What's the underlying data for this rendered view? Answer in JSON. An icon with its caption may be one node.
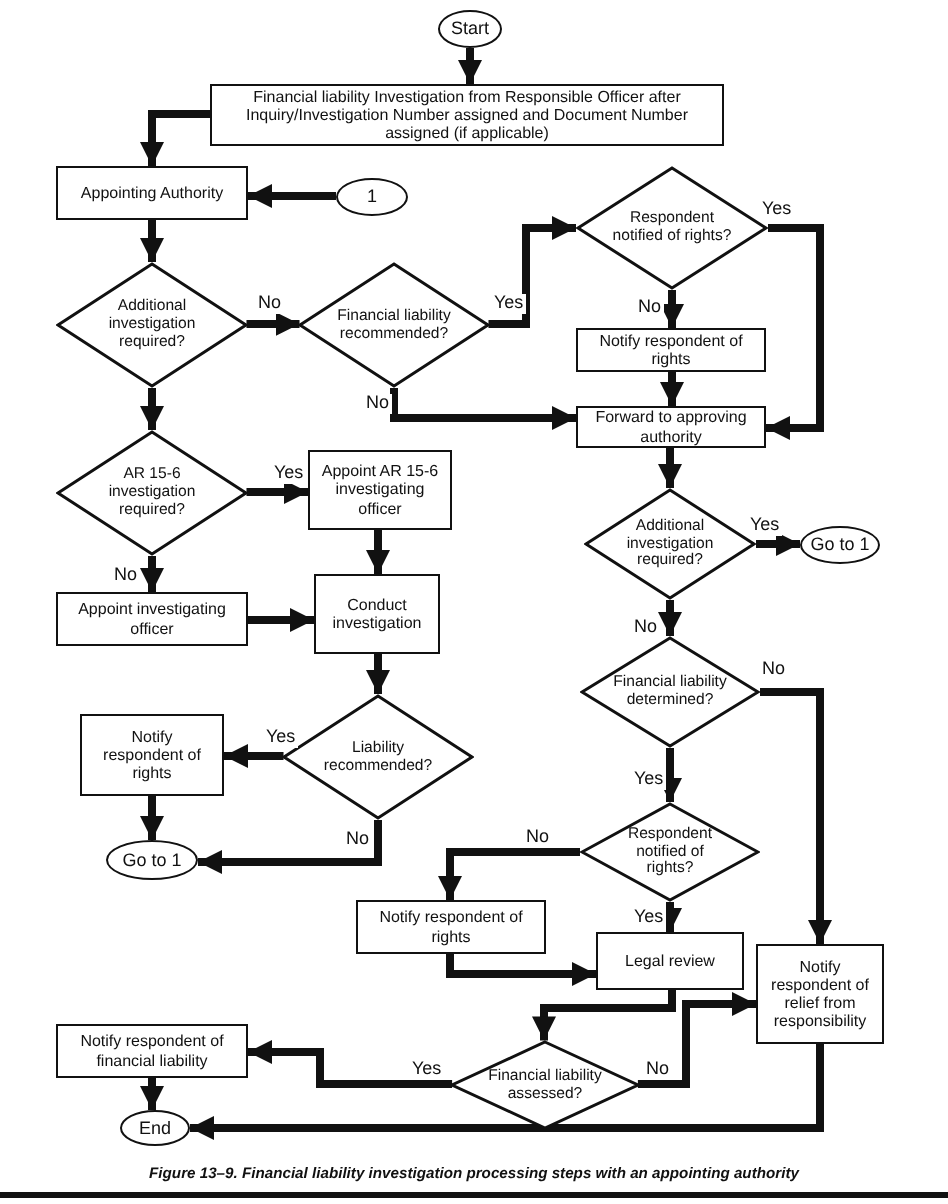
{
  "diagram": {
    "caption": "Figure 13–9. Financial liability investigation processing steps with an appointing authority",
    "nodes": [
      {
        "text": [
          "Start"
        ]
      },
      {
        "text": [
          "Financial liability Investigation from Responsible Officer after Inquiry/Investigation Number assigned and Document Number assigned (if applicable)"
        ]
      },
      {
        "text": [
          "Appointing Authority"
        ]
      },
      {
        "text": [
          "1"
        ]
      },
      {
        "text": [
          "Additional investigation required?"
        ]
      },
      {
        "text": [
          "Financial liability recommended?"
        ]
      },
      {
        "text": [
          "Respondent notified of rights?"
        ]
      },
      {
        "text": [
          "Notify respondent of rights"
        ]
      },
      {
        "text": [
          "Forward to approving authority"
        ]
      },
      {
        "text": [
          "AR 15-6 investigation required?"
        ]
      },
      {
        "text": [
          "Appoint AR 15-6 investigating officer"
        ]
      },
      {
        "text": [
          "Appoint investigating officer"
        ]
      },
      {
        "text": [
          "Conduct investigation"
        ]
      },
      {
        "text": [
          "Additional investigation required?"
        ]
      },
      {
        "text": [
          "Go to 1"
        ]
      },
      {
        "text": [
          "Liability recommended?"
        ]
      },
      {
        "text": [
          "Notify respondent of rights"
        ]
      },
      {
        "text": [
          "Financial liability determined?"
        ]
      },
      {
        "text": [
          "Go to 1"
        ]
      },
      {
        "text": [
          "Respondent notified of rights?"
        ]
      },
      {
        "text": [
          "Notify respondent of rights"
        ]
      },
      {
        "text": [
          "Legal review"
        ]
      },
      {
        "text": [
          "Notify respondent of relief from responsibility"
        ]
      },
      {
        "text": [
          "Notify respondent of financial liability"
        ]
      },
      {
        "text": [
          "Financial liability assessed?"
        ]
      },
      {
        "text": [
          "End"
        ]
      }
    ],
    "edges": [
      {
        "from": 0,
        "to": 1,
        "arrow": "to"
      },
      {
        "from": 1,
        "to": 2,
        "arrow": "to"
      },
      {
        "from": 3,
        "to": 2,
        "arrow": "to"
      },
      {
        "from": 2,
        "to": 4,
        "arrow": "to"
      },
      {
        "from": 4,
        "to": 5,
        "arrow": "to",
        "label": "No"
      },
      {
        "from": 5,
        "to": 6,
        "arrow": "to",
        "label": "Yes"
      },
      {
        "from": 6,
        "to": 7,
        "arrow": "to",
        "label": "No"
      },
      {
        "from": 6,
        "to": 8,
        "arrow": "to",
        "label": "Yes"
      },
      {
        "from": 5,
        "to": 8,
        "arrow": "to",
        "label": "No"
      },
      {
        "from": 7,
        "to": 8,
        "arrow": "to"
      },
      {
        "from": 4,
        "to": 9,
        "arrow": "to"
      },
      {
        "from": 9,
        "to": 10,
        "arrow": "to",
        "label": "Yes"
      },
      {
        "from": 9,
        "to": 11,
        "arrow": "to",
        "label": "No"
      },
      {
        "from": 10,
        "to": 12,
        "arrow": "to"
      },
      {
        "from": 11,
        "to": 12,
        "arrow": "to"
      },
      {
        "from": 12,
        "to": 15,
        "arrow": "to"
      },
      {
        "from": 15,
        "to": 16,
        "arrow": "to",
        "label": "Yes"
      },
      {
        "from": 15,
        "to": 18,
        "arrow": "to",
        "label": "No"
      },
      {
        "from": 16,
        "to": 18,
        "arrow": "to"
      },
      {
        "from": 8,
        "to": 13,
        "arrow": "to"
      },
      {
        "from": 13,
        "to": 14,
        "arrow": "to",
        "label": "Yes"
      },
      {
        "from": 13,
        "to": 17,
        "arrow": "to",
        "label": "No"
      },
      {
        "from": 17,
        "to": 19,
        "arrow": "to",
        "label": "Yes"
      },
      {
        "from": 17,
        "to": 22,
        "arrow": "to",
        "label": "No"
      },
      {
        "from": 19,
        "to": 20,
        "arrow": "to",
        "label": "No"
      },
      {
        "from": 19,
        "to": 21,
        "arrow": "to",
        "label": "Yes"
      },
      {
        "from": 20,
        "to": 21,
        "arrow": "to"
      },
      {
        "from": 21,
        "to": 24,
        "arrow": "to"
      },
      {
        "from": 24,
        "to": 23,
        "arrow": "to",
        "label": "Yes"
      },
      {
        "from": 24,
        "to": 22,
        "arrow": "to",
        "label": "No"
      },
      {
        "from": 23,
        "to": 25,
        "arrow": "to"
      },
      {
        "from": 22,
        "to": 25,
        "arrow": "to"
      }
    ]
  }
}
